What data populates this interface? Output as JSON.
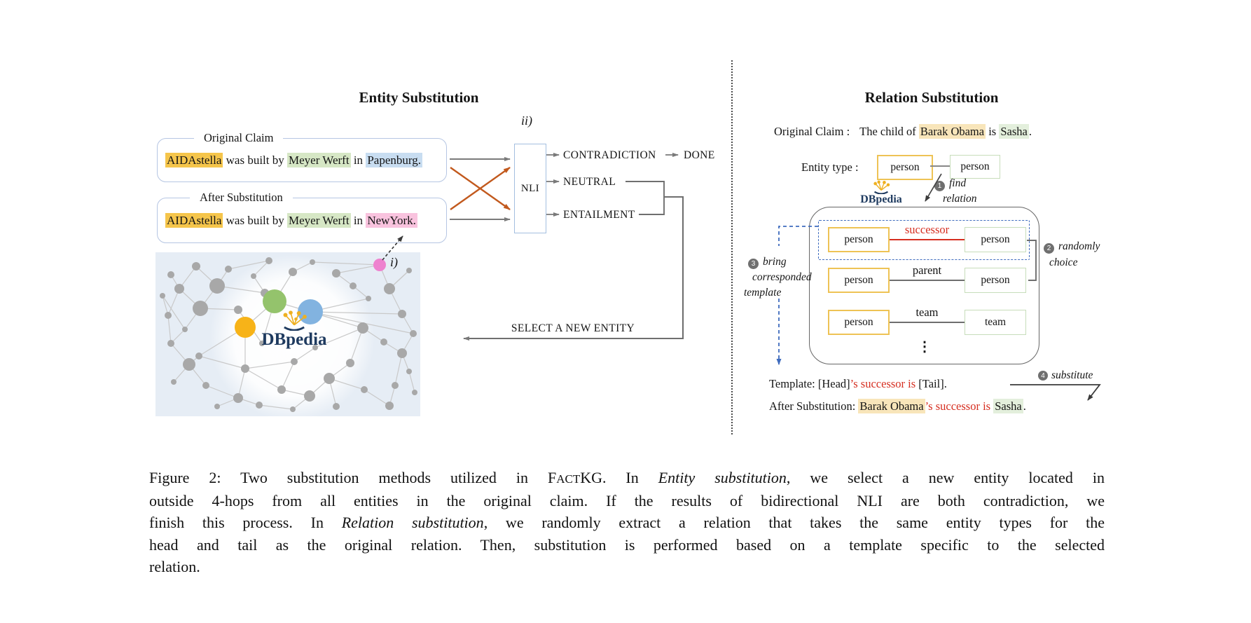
{
  "colors": {
    "highlight_gold": "#f5c54b",
    "highlight_green": "#d6e7c5",
    "highlight_blue": "#c8ddf1",
    "highlight_pink": "#f9c3de",
    "highlight_cream": "#f8e5ba",
    "highlight_palegreen": "#e3efdc",
    "red_text": "#d62e20",
    "orange_arrow": "#c2591d",
    "gray_arrow": "#7a7a7a",
    "blue_dashed": "#3f6cbe",
    "claimbox_border": "#b6c6e3",
    "nli_border": "#a3bfe0",
    "gold_box_border": "#eec355",
    "green_box_border": "#c7ddba",
    "dbpedia_navy": "#1e3a5f",
    "dbpedia_yellow": "#eeb021",
    "graph_bg": "#e6edf5",
    "node_yellow": "#f7b318",
    "node_green": "#94c36c",
    "node_blue": "#82b3e0",
    "node_pink": "#ee82cf"
  },
  "entity_panel": {
    "title": "Entity Substitution",
    "nli_step_label": "ii)",
    "graph_step_label": "i)",
    "original_claim": {
      "label": "Original Claim",
      "segments": [
        {
          "text": "AIDAstella",
          "style": "hl-gold"
        },
        {
          "text": " was built by "
        },
        {
          "text": "Meyer Werft",
          "style": "hl-green"
        },
        {
          "text": " in "
        },
        {
          "text": "Papenburg.",
          "style": "hl-blue"
        }
      ]
    },
    "after_substitution": {
      "label": "After Substitution",
      "segments": [
        {
          "text": "AIDAstella",
          "style": "hl-gold"
        },
        {
          "text": " was built by "
        },
        {
          "text": "Meyer Werft",
          "style": "hl-green"
        },
        {
          "text": " in "
        },
        {
          "text": "NewYork.",
          "style": "hl-pink"
        }
      ]
    },
    "nli_box_label": "NLI",
    "nli_outputs": [
      "CONTRADICTION",
      "NEUTRAL",
      "ENTAILMENT"
    ],
    "done_label": "DONE",
    "select_new_entity_label": "SELECT A NEW ENTITY",
    "dbpedia_label": "DBpedia"
  },
  "relation_panel": {
    "title": "Relation Substitution",
    "original_claim_label": "Original Claim :",
    "original_claim_segments": [
      {
        "text": "The child of "
      },
      {
        "text": "Barak Obama",
        "style": "hl-cream"
      },
      {
        "text": " is "
      },
      {
        "text": "Sasha",
        "style": "hl-palegreen"
      },
      {
        "text": "."
      }
    ],
    "entity_type_label": "Entity type :",
    "entity_type_boxes": [
      "person",
      "person"
    ],
    "dbpedia_label": "DBpedia",
    "relations": [
      {
        "head": "person",
        "relation": "successor",
        "tail": "person",
        "selected": true
      },
      {
        "head": "person",
        "relation": "parent",
        "tail": "person",
        "selected": false
      },
      {
        "head": "person",
        "relation": "team",
        "tail": "team",
        "selected": false
      }
    ],
    "ellipsis": "⋮",
    "steps": {
      "find_relation": {
        "num": "1",
        "lines": [
          "find",
          "relation"
        ]
      },
      "randomly_choice": {
        "num": "2",
        "lines": [
          "randomly",
          "choice"
        ]
      },
      "bring_template": {
        "num": "3",
        "lines": [
          "bring",
          "corresponded",
          "template"
        ]
      },
      "substitute": {
        "num": "4",
        "lines": [
          "substitute"
        ]
      }
    },
    "template_line_segments": [
      {
        "text": "Template: [Head]"
      },
      {
        "text": "’s successor is",
        "style": "red"
      },
      {
        "text": " [Tail]."
      }
    ],
    "after_line_segments": [
      {
        "text": "After Substitution: "
      },
      {
        "text": "Barak Obama",
        "style": "hl-cream"
      },
      {
        "text": "’s successor is",
        "style": "red"
      },
      {
        "text": " "
      },
      {
        "text": "Sasha",
        "style": "hl-palegreen"
      },
      {
        "text": "."
      }
    ]
  },
  "caption": {
    "lines": [
      [
        {
          "text": "Figure 2: Two substitution methods utilized in F"
        },
        {
          "text": "ACT",
          "style": "sc"
        },
        {
          "text": "KG. In "
        },
        {
          "text": "Entity substitution",
          "style": "it"
        },
        {
          "text": ", we select a new entity located in"
        }
      ],
      [
        {
          "text": "outside 4-hops from all entities in the original claim. If the results of bidirectional NLI are both contradiction, we"
        }
      ],
      [
        {
          "text": "finish this process. In "
        },
        {
          "text": "Relation substitution",
          "style": "it"
        },
        {
          "text": ", we randomly extract a relation that takes the same entity types for the"
        }
      ],
      [
        {
          "text": "head and tail as the original relation. Then, substitution is performed based on a template specific to the selected"
        }
      ],
      [
        {
          "text": "relation."
        }
      ]
    ]
  }
}
